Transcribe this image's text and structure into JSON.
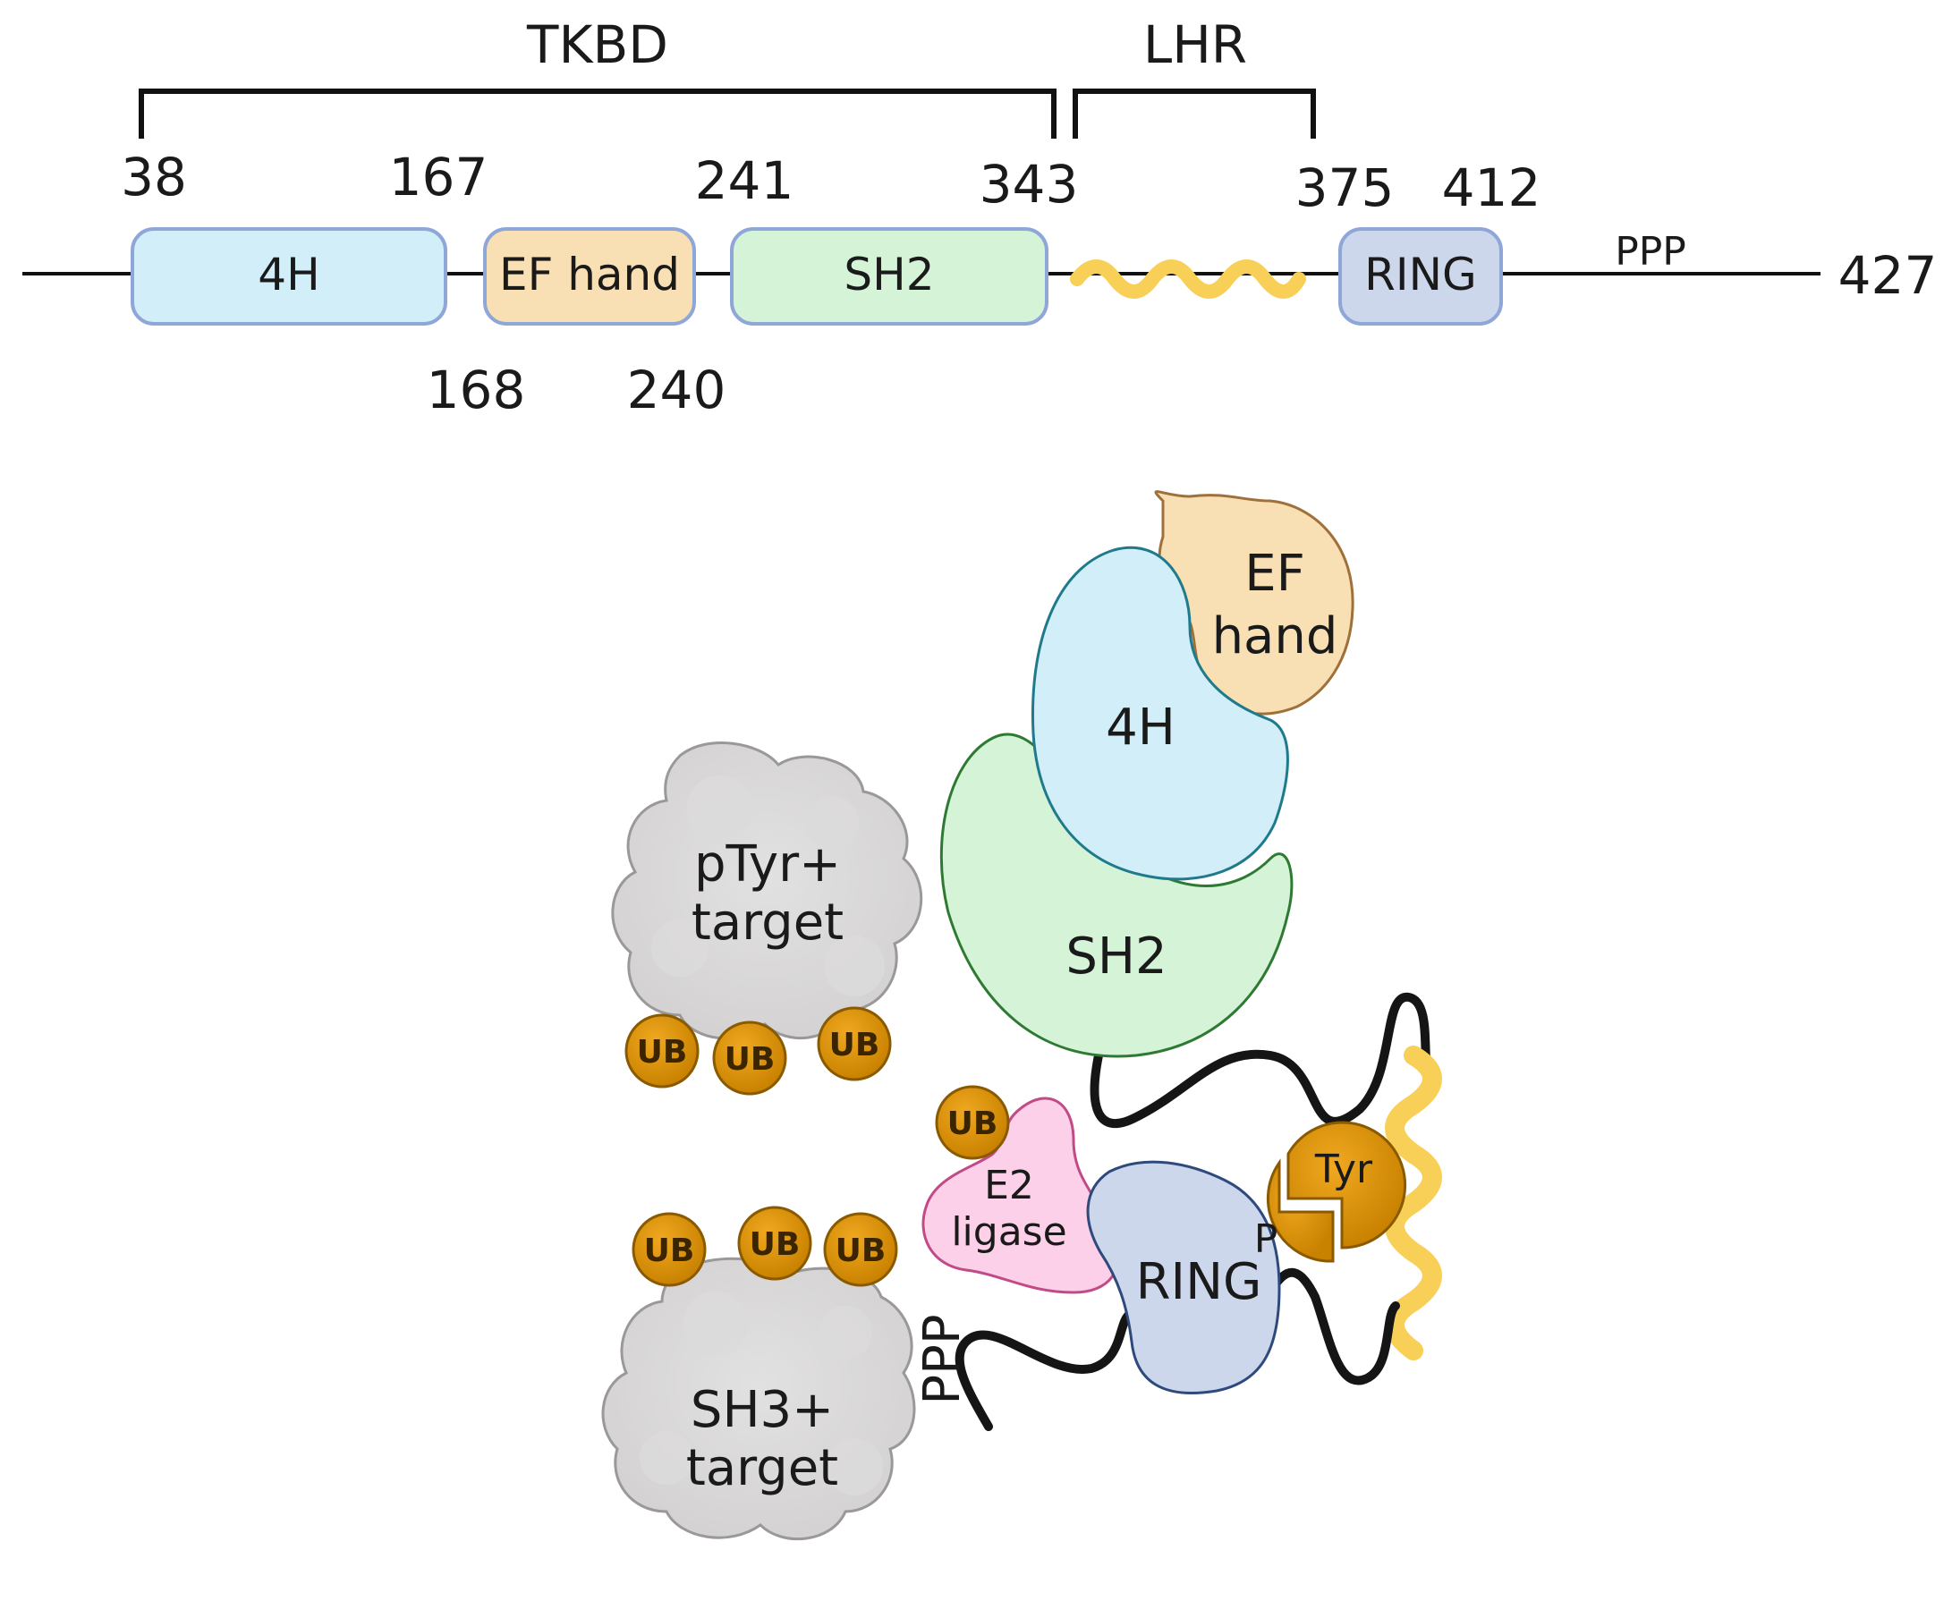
{
  "colors": {
    "h4": "#d2eef8",
    "ef_hand": "#f8e0b4",
    "sh2": "#d5f3d7",
    "ring": "#cdd7ec",
    "helix": "#f8cf57",
    "ub": "#d9900a",
    "e2": "#fbd0e8",
    "target": "#d8d6d6"
  },
  "domain_map": {
    "brackets": [
      {
        "label": "TKBD"
      },
      {
        "label": "LHR"
      }
    ],
    "positions_top": [
      "38",
      "167",
      "241",
      "343",
      "375",
      "412"
    ],
    "positions_bottom": [
      "168",
      "240"
    ],
    "end_label": "427",
    "domains": [
      {
        "label": "4H"
      },
      {
        "label": "EF hand"
      },
      {
        "label": "SH2"
      },
      {
        "label": "RING"
      }
    ],
    "ppp_label": "PPP"
  },
  "model": {
    "ef_hand": [
      "EF",
      "hand"
    ],
    "h4": "4H",
    "sh2": "SH2",
    "ring": "RING",
    "ptyr_target": [
      "pTyr+",
      "target"
    ],
    "sh3_target": [
      "SH3+",
      "target"
    ],
    "e2_ligase": [
      "E2",
      "ligase"
    ],
    "ub": "UB",
    "p": "P",
    "tyr": "Tyr",
    "ppp": "PPP"
  }
}
